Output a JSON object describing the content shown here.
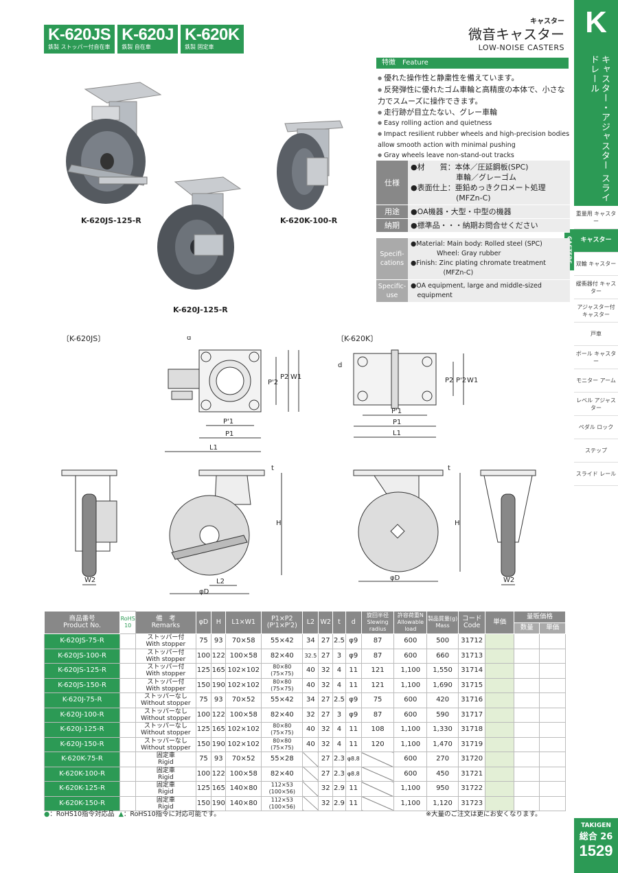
{
  "header": {
    "models": [
      {
        "code": "K-620JS",
        "sub": "鉄製 ストッパー付自在車"
      },
      {
        "code": "K-620J",
        "sub": "鉄製 自在車"
      },
      {
        "code": "K-620K",
        "sub": "鉄製 固定車"
      }
    ],
    "category": "キャスター",
    "title": "微音キャスター",
    "title_en": "LOW-NOISE  CASTERS"
  },
  "sidebar": {
    "letter": "K",
    "vertical_title": "キャスター・アジャスター スライドレール",
    "active_tag": "CASTERS",
    "items": [
      {
        "label": "重量用 キャスター"
      },
      {
        "label": "キャスター"
      },
      {
        "label": "双輪 キャスター"
      },
      {
        "label": "緩衝器付 キャスター"
      },
      {
        "label": "アジャスター付 キャスター"
      },
      {
        "label": "戸車"
      },
      {
        "label": "ボール キャスター"
      },
      {
        "label": "モニター アーム"
      },
      {
        "label": "レベル アジャスター"
      },
      {
        "label": "ペダル ロック"
      },
      {
        "label": "ステップ"
      },
      {
        "label": "スライド レール"
      }
    ],
    "brand": "TAKIGEN",
    "general": "総合 26",
    "page": "1529"
  },
  "photos": {
    "js_label": "K-620JS-125-R",
    "j_label": "K-620J-125-R",
    "k_label": "K-620K-100-R"
  },
  "feature": {
    "heading": "特徴　Feature",
    "jp": [
      "優れた操作性と静粛性を備えています。",
      "反発弾性に優れたゴム車輪と高精度の本体で、小さな力でスムーズに操作できます。",
      "走行跡が目立たない、グレー車輪"
    ],
    "en": [
      "Easy rolling action and quietness",
      "Impact resilient rubber wheels and high-precision bodies allow smooth action with minimal pushing",
      "Gray wheels leave non-stand-out tracks"
    ]
  },
  "spec": {
    "material_h": "仕様",
    "material_1": "●材　　質：本体／圧延鋼板(SPC)",
    "material_2": "　　　　　　車輪／グレーゴム",
    "finish_1": "●表面仕上：亜鉛めっきクロメート処理",
    "finish_2": "　　　　　　(MFZn-C)",
    "use_h": "用途",
    "use": "●OA機器・大型・中型の機器",
    "delivery_h": "納期",
    "delivery": "●標準品・・・納期お問合せください",
    "spec_en_h": "Specifi-cations",
    "spec_en_1": "●Material: Main body: Rolled steel (SPC)",
    "spec_en_2": "　　　　Wheel: Gray rubber",
    "spec_en_3": "●Finish: Zinc plating chromate treatment",
    "spec_en_4": "　　　　　(MFZn-C)",
    "use_en_h": "Specific-use",
    "use_en_1": "●OA equipment, large and middle-sized",
    "use_en_2": "　equipment"
  },
  "drawings": {
    "js_label": "〔K-620JS〕",
    "k_label": "〔K-620K〕",
    "dims": {
      "d": "d",
      "p2": "P2",
      "p2p": "P'2",
      "w1": "W1",
      "p1p": "P'1",
      "p1": "P1",
      "l1": "L1",
      "t": "t",
      "h": "H",
      "w2": "W2",
      "l2": "L2",
      "phid": "φD"
    }
  },
  "table": {
    "headers": {
      "pn_jp": "商品番号",
      "pn_en": "Product No.",
      "rohs": "RoHS 10",
      "rm_jp": "備　考",
      "rm_en": "Remarks",
      "d": "φD",
      "h": "H",
      "lw": "L1×W1",
      "pp": "P1×P2",
      "pp2": "(P'1×P'2)",
      "l2": "L2",
      "w2": "W2",
      "t": "t",
      "dd": "d",
      "sr_jp": "旋回半径",
      "sr_en": "Slewing radius",
      "al_jp": "許容荷重N",
      "al_en": "Allowable load",
      "ms_jp": "製品質量(g)",
      "ms_en": "Mass",
      "cd_jp": "コード",
      "cd_en": "Code",
      "up": "単価",
      "qp": "量販価格",
      "qty": "数量",
      "qup": "単価"
    },
    "rows": [
      {
        "pn": "K-620JS-75-R",
        "rm1": "ストッパー付",
        "rm2": "With stopper",
        "d": "75",
        "h": "93",
        "lw": "70×58",
        "pp1": "55×42",
        "pp2": "",
        "l2": "34",
        "w2": "27",
        "t": "2.5",
        "dd": "φ9",
        "sr": "87",
        "al": "600",
        "ms": "500",
        "cd": "31712"
      },
      {
        "pn": "K-620JS-100-R",
        "rm1": "ストッパー付",
        "rm2": "With stopper",
        "d": "100",
        "h": "122",
        "lw": "100×58",
        "pp1": "82×40",
        "pp2": "",
        "l2": "32.5",
        "w2": "27",
        "t": "3",
        "dd": "φ9",
        "sr": "87",
        "al": "600",
        "ms": "660",
        "cd": "31713"
      },
      {
        "pn": "K-620JS-125-R",
        "rm1": "ストッパー付",
        "rm2": "With stopper",
        "d": "125",
        "h": "165",
        "lw": "102×102",
        "pp1": "80×80",
        "pp2": "(75×75)",
        "l2": "40",
        "w2": "32",
        "t": "4",
        "dd": "11",
        "sr": "121",
        "al": "1,100",
        "ms": "1,550",
        "cd": "31714"
      },
      {
        "pn": "K-620JS-150-R",
        "rm1": "ストッパー付",
        "rm2": "With stopper",
        "d": "150",
        "h": "190",
        "lw": "102×102",
        "pp1": "80×80",
        "pp2": "(75×75)",
        "l2": "40",
        "w2": "32",
        "t": "4",
        "dd": "11",
        "sr": "121",
        "al": "1,100",
        "ms": "1,690",
        "cd": "31715"
      },
      {
        "pn": "K-620J-75-R",
        "rm1": "ストッパーなし",
        "rm2": "Without stopper",
        "d": "75",
        "h": "93",
        "lw": "70×52",
        "pp1": "55×42",
        "pp2": "",
        "l2": "34",
        "w2": "27",
        "t": "2.5",
        "dd": "φ9",
        "sr": "75",
        "al": "600",
        "ms": "420",
        "cd": "31716"
      },
      {
        "pn": "K-620J-100-R",
        "rm1": "ストッパーなし",
        "rm2": "Without stopper",
        "d": "100",
        "h": "122",
        "lw": "100×58",
        "pp1": "82×40",
        "pp2": "",
        "l2": "32",
        "w2": "27",
        "t": "3",
        "dd": "φ9",
        "sr": "87",
        "al": "600",
        "ms": "590",
        "cd": "31717"
      },
      {
        "pn": "K-620J-125-R",
        "rm1": "ストッパーなし",
        "rm2": "Without stopper",
        "d": "125",
        "h": "165",
        "lw": "102×102",
        "pp1": "80×80",
        "pp2": "(75×75)",
        "l2": "40",
        "w2": "32",
        "t": "4",
        "dd": "11",
        "sr": "108",
        "al": "1,100",
        "ms": "1,330",
        "cd": "31718"
      },
      {
        "pn": "K-620J-150-R",
        "rm1": "ストッパーなし",
        "rm2": "Without stopper",
        "d": "150",
        "h": "190",
        "lw": "102×102",
        "pp1": "80×80",
        "pp2": "(75×75)",
        "l2": "40",
        "w2": "32",
        "t": "4",
        "dd": "11",
        "sr": "120",
        "al": "1,100",
        "ms": "1,470",
        "cd": "31719"
      },
      {
        "pn": "K-620K-75-R",
        "rm1": "固定車",
        "rm2": "Rigid",
        "d": "75",
        "h": "93",
        "lw": "70×52",
        "pp1": "55×28",
        "pp2": "",
        "l2": "",
        "w2": "27",
        "t": "2.3",
        "dd": "φ8.8",
        "sr": "",
        "al": "600",
        "ms": "270",
        "cd": "31720"
      },
      {
        "pn": "K-620K-100-R",
        "rm1": "固定車",
        "rm2": "Rigid",
        "d": "100",
        "h": "122",
        "lw": "100×58",
        "pp1": "82×40",
        "pp2": "",
        "l2": "",
        "w2": "27",
        "t": "2.3",
        "dd": "φ8.8",
        "sr": "",
        "al": "600",
        "ms": "450",
        "cd": "31721"
      },
      {
        "pn": "K-620K-125-R",
        "rm1": "固定車",
        "rm2": "Rigid",
        "d": "125",
        "h": "165",
        "lw": "140×80",
        "pp1": "112×53",
        "pp2": "(100×56)",
        "l2": "",
        "w2": "32",
        "t": "2.9",
        "dd": "11",
        "sr": "",
        "al": "1,100",
        "ms": "950",
        "cd": "31722"
      },
      {
        "pn": "K-620K-150-R",
        "rm1": "固定車",
        "rm2": "Rigid",
        "d": "150",
        "h": "190",
        "lw": "140×80",
        "pp1": "112×53",
        "pp2": "(100×56)",
        "l2": "",
        "w2": "32",
        "t": "2.9",
        "dd": "11",
        "sr": "",
        "al": "1,100",
        "ms": "1,120",
        "cd": "31723"
      }
    ]
  },
  "footer": {
    "left_dot": "●",
    "left_1": "：RoHS10指令対応品",
    "left_tri": "▲",
    "left_2": "：RoHS10指令に対応可能です。",
    "right": "※大量のご注文は更にお安くなります。"
  },
  "colors": {
    "accent": "#2c9a55",
    "header_gray": "#888888",
    "price_cell": "#e3efd6"
  }
}
